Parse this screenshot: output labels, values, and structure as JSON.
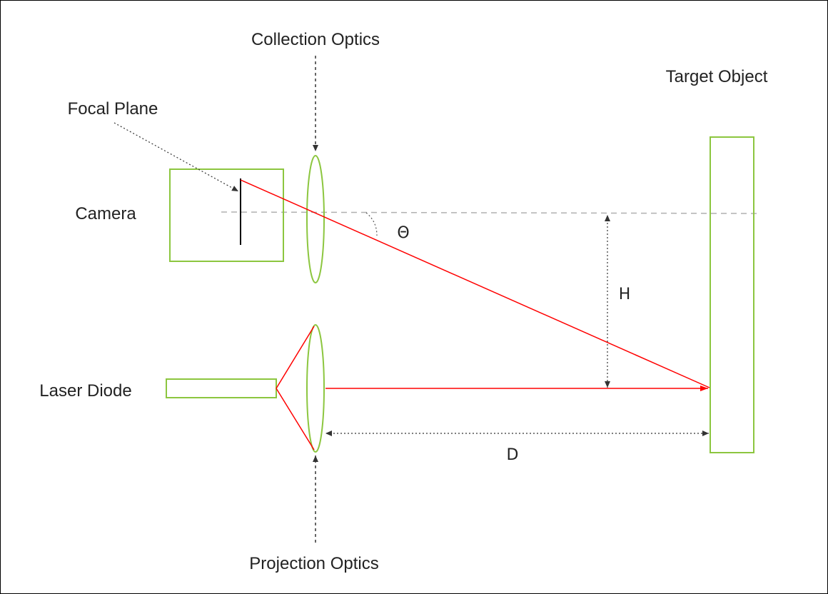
{
  "labels": {
    "collection_optics": "Collection Optics",
    "target_object": "Target Object",
    "focal_plane": "Focal Plane",
    "camera": "Camera",
    "laser_diode": "Laser Diode",
    "projection_optics": "Projection Optics",
    "theta": "Θ",
    "height": "H",
    "distance": "D"
  },
  "colors": {
    "component_outline": "#8cc63f",
    "laser_beam": "#ff0000",
    "axis_dashed": "#b0b0b0",
    "annotation": "#333333",
    "frame": "#000000"
  }
}
